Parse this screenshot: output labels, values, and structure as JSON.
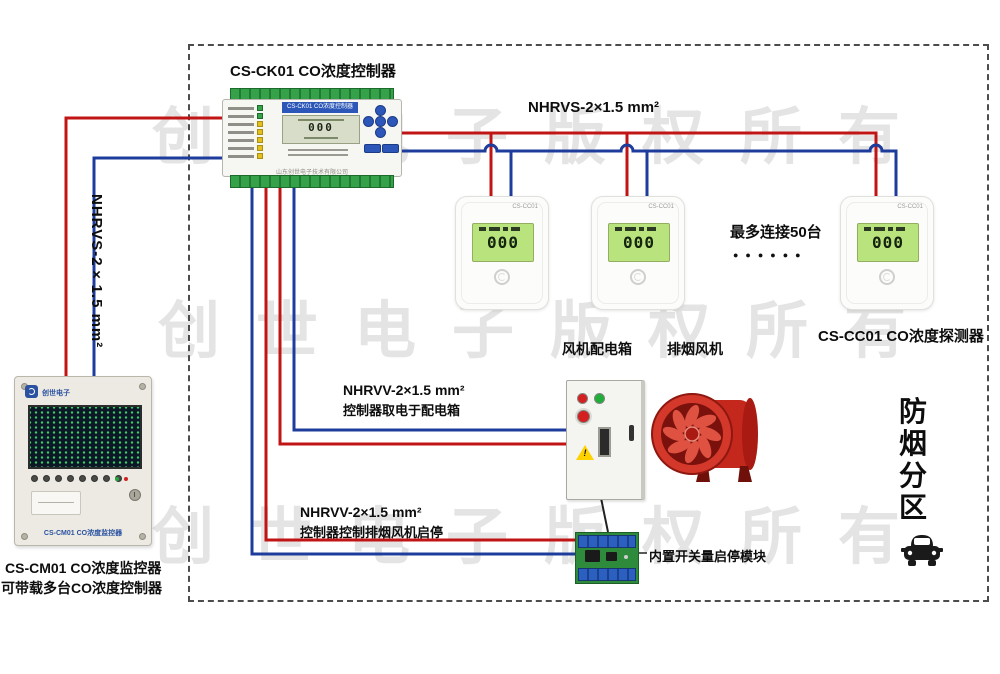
{
  "diagram": {
    "watermark_text": "创世电子版权所有",
    "labels": {
      "controller_title": "CS-CK01 CO浓度控制器",
      "top_cable": "NHRVS-2×1.5 mm²",
      "left_cable": "NHRVS-2×1.5 mm²",
      "max_connect": "最多连接50台",
      "dots": "●●●●●●",
      "detector_caption": "CS-CC01 CO浓度探测器",
      "fanbox_caption": "风机配电箱",
      "fan_caption": "排烟风机",
      "cable_box_line1": "NHRVV-2×1.5 mm²",
      "cable_box_line2": "控制器取电于配电箱",
      "cable_fan_line1": "NHRVV-2×1.5 mm²",
      "cable_fan_line2": "控制器控制排烟风机启停",
      "module_caption": "内置开关量启停模块",
      "monitor_caption_line1": "CS-CM01 CO浓度监控器",
      "monitor_caption_line2": "可带载多台CO浓度控制器",
      "zone_label": "防烟分区"
    },
    "controller": {
      "panel_title": "CS-CK01 CO浓度控制器",
      "lcd_value": "000",
      "company": "山东创世电子技术有限公司"
    },
    "detector": {
      "model": "CS-CC01",
      "lcd_value": "000"
    },
    "monitor": {
      "brand": "创世电子",
      "front_caption": "CS-CM01 CO浓度监控器"
    },
    "colors": {
      "wire_red": "#c11414",
      "wire_blue": "#1d3c9c",
      "lcd_green": "#b9e47d",
      "pcb_green": "#2e8b3c",
      "fan_red": "#d3382a"
    }
  }
}
